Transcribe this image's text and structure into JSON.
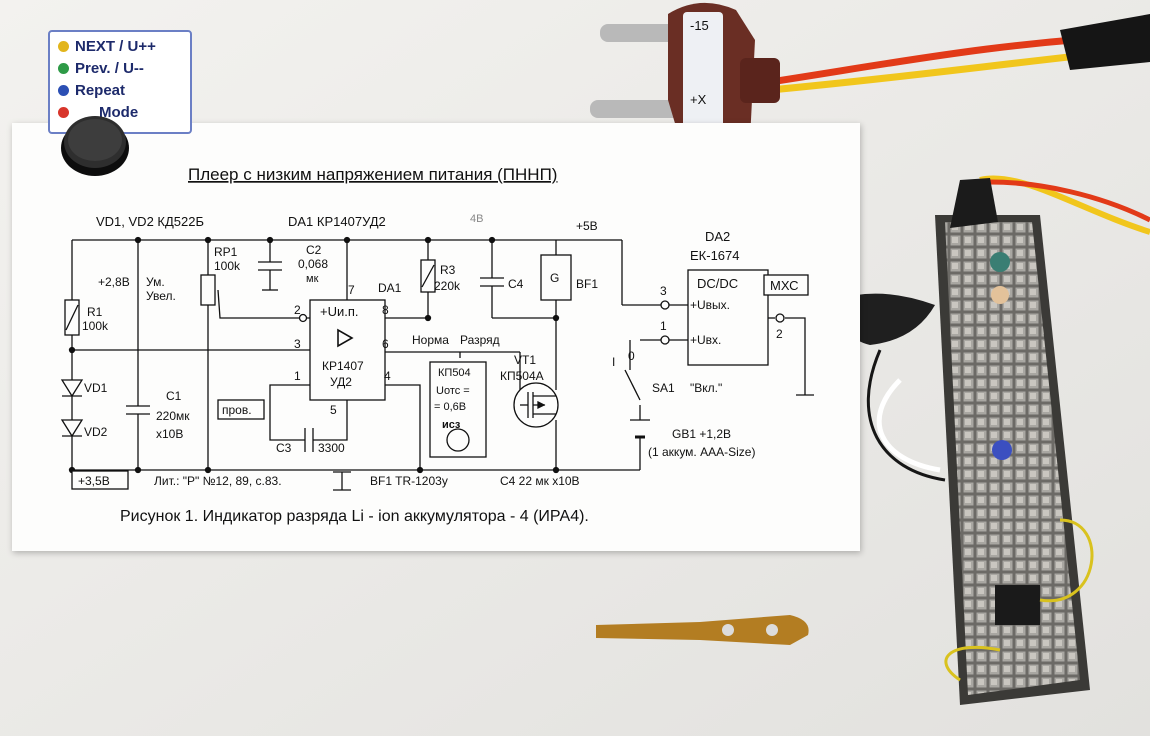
{
  "legend_card": {
    "items": [
      {
        "label": "NEXT / U++",
        "color": "#e2b51c"
      },
      {
        "label": "Prev. / U--",
        "color": "#2e9a47"
      },
      {
        "label": "Repeat",
        "color": "#2b4fb4"
      },
      {
        "label": "Mode",
        "color": "#d8352b"
      }
    ]
  },
  "header": {
    "title": "Плеер с низким напряжением питания (ПННП)"
  },
  "diagram": {
    "caption": "Рисунок 1. Индикатор разряда Li - ion аккумулятора - 4 (ИРА4).",
    "labels": {
      "vd_top": "VD1, VD2  КД522Б",
      "da1_top": "DA1  КР1407УД2",
      "handwritten_4v": "4В",
      "plus5v": "+5В",
      "da2": "DA2",
      "ek1674": "ЕК-1674",
      "plus28": "+2,8В",
      "rp1": "RP1",
      "rp1_val": "100k",
      "c2": "C2",
      "c2_val": "0,068",
      "c2_unit": "мк",
      "pin7": "7",
      "da1_small": "DA1",
      "r3": "R3",
      "r3_val": "220k",
      "c4": "C4",
      "g": "G",
      "bf1": "BF1",
      "dcdc": "DC/DC",
      "mxc": "МХС",
      "r1": "R1",
      "r1_val": "100k",
      "um": "Ум.",
      "uvel": "Увел.",
      "pin2": "2",
      "uip": "+Uи.п.",
      "pin8": "8",
      "pin3_dc": "3",
      "uvyh": "+Uвых.",
      "pin1_dc": "1",
      "uvh": "+Uвх.",
      "pin2_dc": "2",
      "norma": "Норма",
      "razryad": "Разряд",
      "pin3": "3",
      "pin6": "6",
      "kr1407": "КР1407",
      "ud2": "УД2",
      "vt1": "VT1",
      "kp504a": "КП504А",
      "vd1": "VD1",
      "vd2": "VD2",
      "c1": "C1",
      "c1_val": "220мк",
      "c1_volt": "х10В",
      "pin1": "1",
      "pin4": "4",
      "pin5": "5",
      "prov": "пров.",
      "c3": "C3",
      "c3_val": "3300",
      "kp504": "КП504",
      "uots": "Uотс =",
      "uots_val": "= 0,6В",
      "isz": "исз",
      "sa1": "SA1",
      "vkl": "\"Вкл.\"",
      "sw_i": "I",
      "sw_o": "0",
      "gb1": "GB1  +1,2В",
      "gb1_note": "(1 аккум. ААА-Size)",
      "plus35": "+3,5В",
      "lit": "Лит.:  \"Р\" №12, 89, с.83.",
      "bf1_bottom": "BF1   TR-1203у",
      "c4_bottom": "C4    22 мк х10В"
    }
  },
  "plug": {
    "marks": [
      "-15",
      "+X"
    ]
  }
}
